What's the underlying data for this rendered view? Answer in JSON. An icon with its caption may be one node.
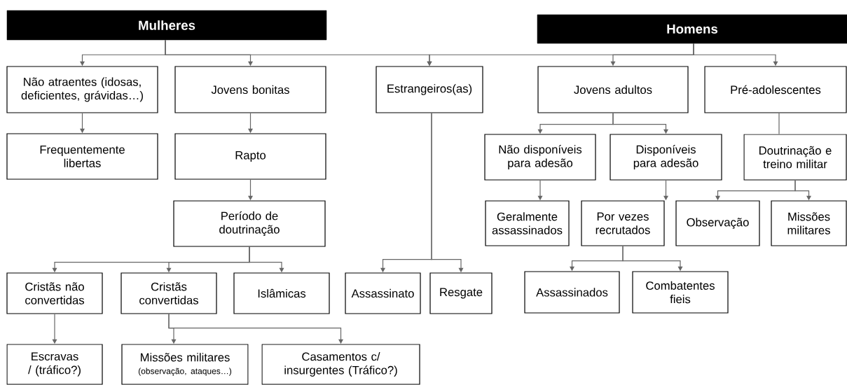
{
  "diagram": {
    "nodes": [
      {
        "text": [
          "Mulheres"
        ]
      },
      {
        "text": [
          "Homens"
        ]
      },
      {
        "text": [
          "Não atraentes (idosas, deficientes, grávidas…)"
        ]
      },
      {
        "text": [
          "Jovens bonitas"
        ]
      },
      {
        "text": [
          "Estrangeiros(as)"
        ]
      },
      {
        "text": [
          "Jovens adultos"
        ]
      },
      {
        "text": [
          "Pré-adolescentes"
        ]
      },
      {
        "text": [
          "Frequentemente libertas"
        ]
      },
      {
        "text": [
          "Rapto"
        ]
      },
      {
        "text": [
          "Não disponíveis para adesão"
        ]
      },
      {
        "text": [
          "Disponíveis para adesão"
        ]
      },
      {
        "text": [
          "Doutrinação e treino militar"
        ]
      },
      {
        "text": [
          "Período de doutrinação"
        ]
      },
      {
        "text": [
          "Geralmente assassinados"
        ]
      },
      {
        "text": [
          "Por vezes recrutados"
        ]
      },
      {
        "text": [
          "Observação"
        ]
      },
      {
        "text": [
          "Missões militares"
        ]
      },
      {
        "text": [
          "Cristãs não convertidas"
        ]
      },
      {
        "text": [
          "Cristãs convertidas"
        ]
      },
      {
        "text": [
          "Islâmicas"
        ]
      },
      {
        "text": [
          "Assassinato"
        ]
      },
      {
        "text": [
          "Resgate"
        ]
      },
      {
        "text": [
          "Assassinados"
        ]
      },
      {
        "text": [
          "Combatentes fieis"
        ]
      },
      {
        "text": [
          "Escravas / (tráfico?)"
        ]
      },
      {
        "text": [
          "Missões militares",
          "(observação, ataques…)"
        ]
      },
      {
        "text": [
          "Casamentos c/ insurgentes (Tráfico?)"
        ]
      }
    ],
    "edges": [
      {
        "from": 0,
        "to": 2,
        "arrow": "to"
      },
      {
        "from": 0,
        "to": 3,
        "arrow": "to"
      },
      {
        "from": 0,
        "to": 4,
        "arrow": "to"
      },
      {
        "from": 1,
        "to": 4,
        "arrow": "to"
      },
      {
        "from": 1,
        "to": 5,
        "arrow": "to"
      },
      {
        "from": 1,
        "to": 6,
        "arrow": "to"
      },
      {
        "from": 2,
        "to": 7,
        "arrow": "to"
      },
      {
        "from": 3,
        "to": 8,
        "arrow": "to"
      },
      {
        "from": 8,
        "to": 12,
        "arrow": "to"
      },
      {
        "from": 5,
        "to": 9,
        "arrow": "to"
      },
      {
        "from": 5,
        "to": 10,
        "arrow": "to"
      },
      {
        "from": 6,
        "to": 11,
        "arrow": "none"
      },
      {
        "from": 9,
        "to": 13,
        "arrow": "to"
      },
      {
        "from": 10,
        "to": 14,
        "arrow": "to"
      },
      {
        "from": 11,
        "to": 15,
        "arrow": "to"
      },
      {
        "from": 11,
        "to": 16,
        "arrow": "to"
      },
      {
        "from": 12,
        "to": 17,
        "arrow": "to"
      },
      {
        "from": 12,
        "to": 18,
        "arrow": "to"
      },
      {
        "from": 12,
        "to": 19,
        "arrow": "to"
      },
      {
        "from": 4,
        "to": 20,
        "arrow": "to"
      },
      {
        "from": 4,
        "to": 21,
        "arrow": "to"
      },
      {
        "from": 14,
        "to": 22,
        "arrow": "to"
      },
      {
        "from": 14,
        "to": 23,
        "arrow": "to"
      },
      {
        "from": 17,
        "to": 24,
        "arrow": "to"
      },
      {
        "from": 18,
        "to": 25,
        "arrow": "to"
      },
      {
        "from": 18,
        "to": 26,
        "arrow": "to"
      }
    ]
  }
}
